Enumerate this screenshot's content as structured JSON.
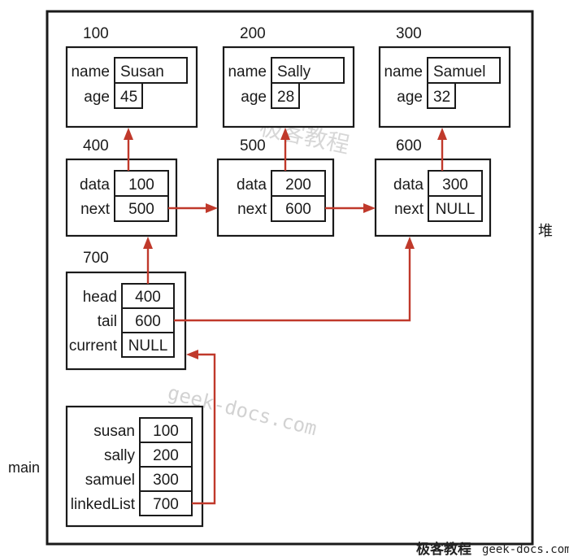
{
  "heap_label": "堆",
  "main_label": "main",
  "persons": [
    {
      "address": "100",
      "fields": [
        {
          "label": "name",
          "value": "Susan"
        },
        {
          "label": "age",
          "value": "45"
        }
      ]
    },
    {
      "address": "200",
      "fields": [
        {
          "label": "name",
          "value": "Sally"
        },
        {
          "label": "age",
          "value": "28"
        }
      ]
    },
    {
      "address": "300",
      "fields": [
        {
          "label": "name",
          "value": "Samuel"
        },
        {
          "label": "age",
          "value": "32"
        }
      ]
    }
  ],
  "nodes": [
    {
      "address": "400",
      "fields": [
        {
          "label": "data",
          "value": "100"
        },
        {
          "label": "next",
          "value": "500"
        }
      ]
    },
    {
      "address": "500",
      "fields": [
        {
          "label": "data",
          "value": "200"
        },
        {
          "label": "next",
          "value": "600"
        }
      ]
    },
    {
      "address": "600",
      "fields": [
        {
          "label": "data",
          "value": "300"
        },
        {
          "label": "next",
          "value": "NULL"
        }
      ]
    }
  ],
  "linked_list": {
    "address": "700",
    "fields": [
      {
        "label": "head",
        "value": "400"
      },
      {
        "label": "tail",
        "value": "600"
      },
      {
        "label": "current",
        "value": "NULL"
      }
    ]
  },
  "main_vars": [
    {
      "label": "susan",
      "value": "100"
    },
    {
      "label": "sally",
      "value": "200"
    },
    {
      "label": "samuel",
      "value": "300"
    },
    {
      "label": "linkedList",
      "value": "700"
    }
  ],
  "watermarks": {
    "center_cn": "极客教程",
    "center_en": "geek-docs.com",
    "footer_cn": "极客教程",
    "footer_en": "geek-docs.com"
  }
}
